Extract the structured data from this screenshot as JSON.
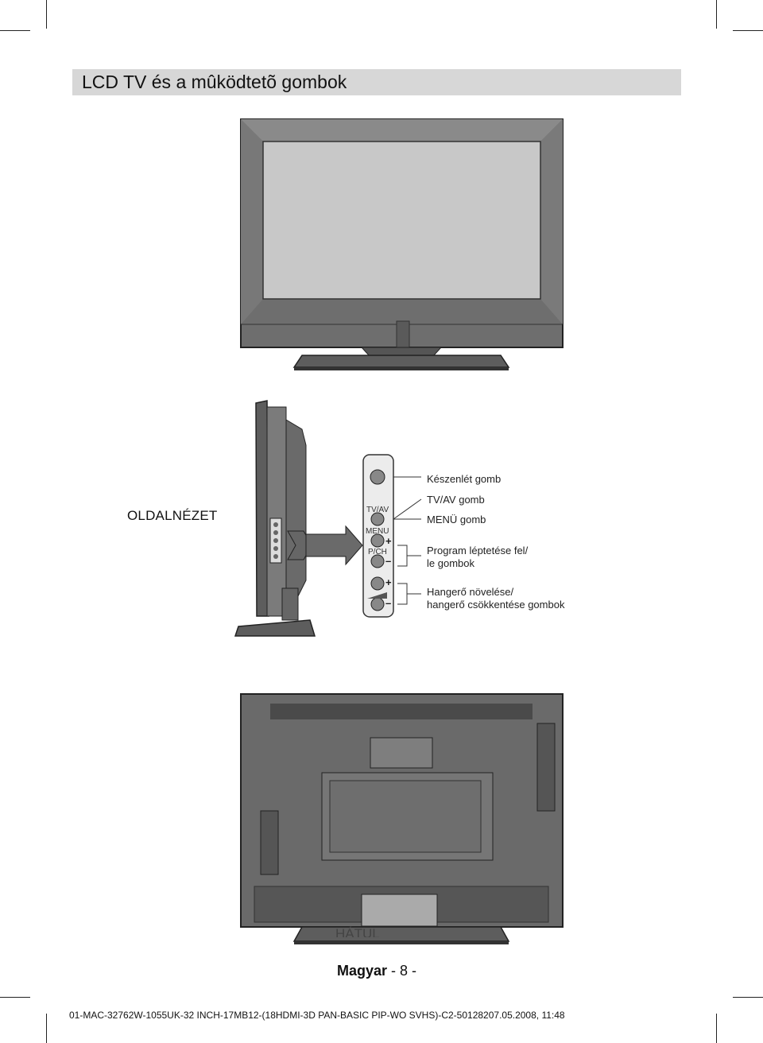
{
  "header": {
    "title": "LCD TV és a mûködtetõ gombok"
  },
  "side_view": {
    "label": "OLDALNÉZET",
    "panel": {
      "tvav": "TV/AV",
      "menu": "MENU",
      "pch": "P/CH",
      "plus": "+",
      "minus": "–"
    },
    "callouts": {
      "standby": "Készenlét gomb",
      "tvav": "TV/AV gomb",
      "menu": "MENÜ gomb",
      "program_line1": "Program léptetése fel/",
      "program_line2": "le gombok",
      "volume_line1": "Hangerő növelése/",
      "volume_line2": "hangerő csökkentése gombok"
    }
  },
  "back_view": {
    "label_partial": "HÁTUL"
  },
  "footer": {
    "language": "Magyar",
    "page": "- 8 -",
    "file_info": "01-MAC-32762W-1055UK-32 INCH-17MB12-(18HDMI-3D PAN-BASIC PIP-WO SVHS)-C2-50128207.05.2008, 11:48"
  }
}
